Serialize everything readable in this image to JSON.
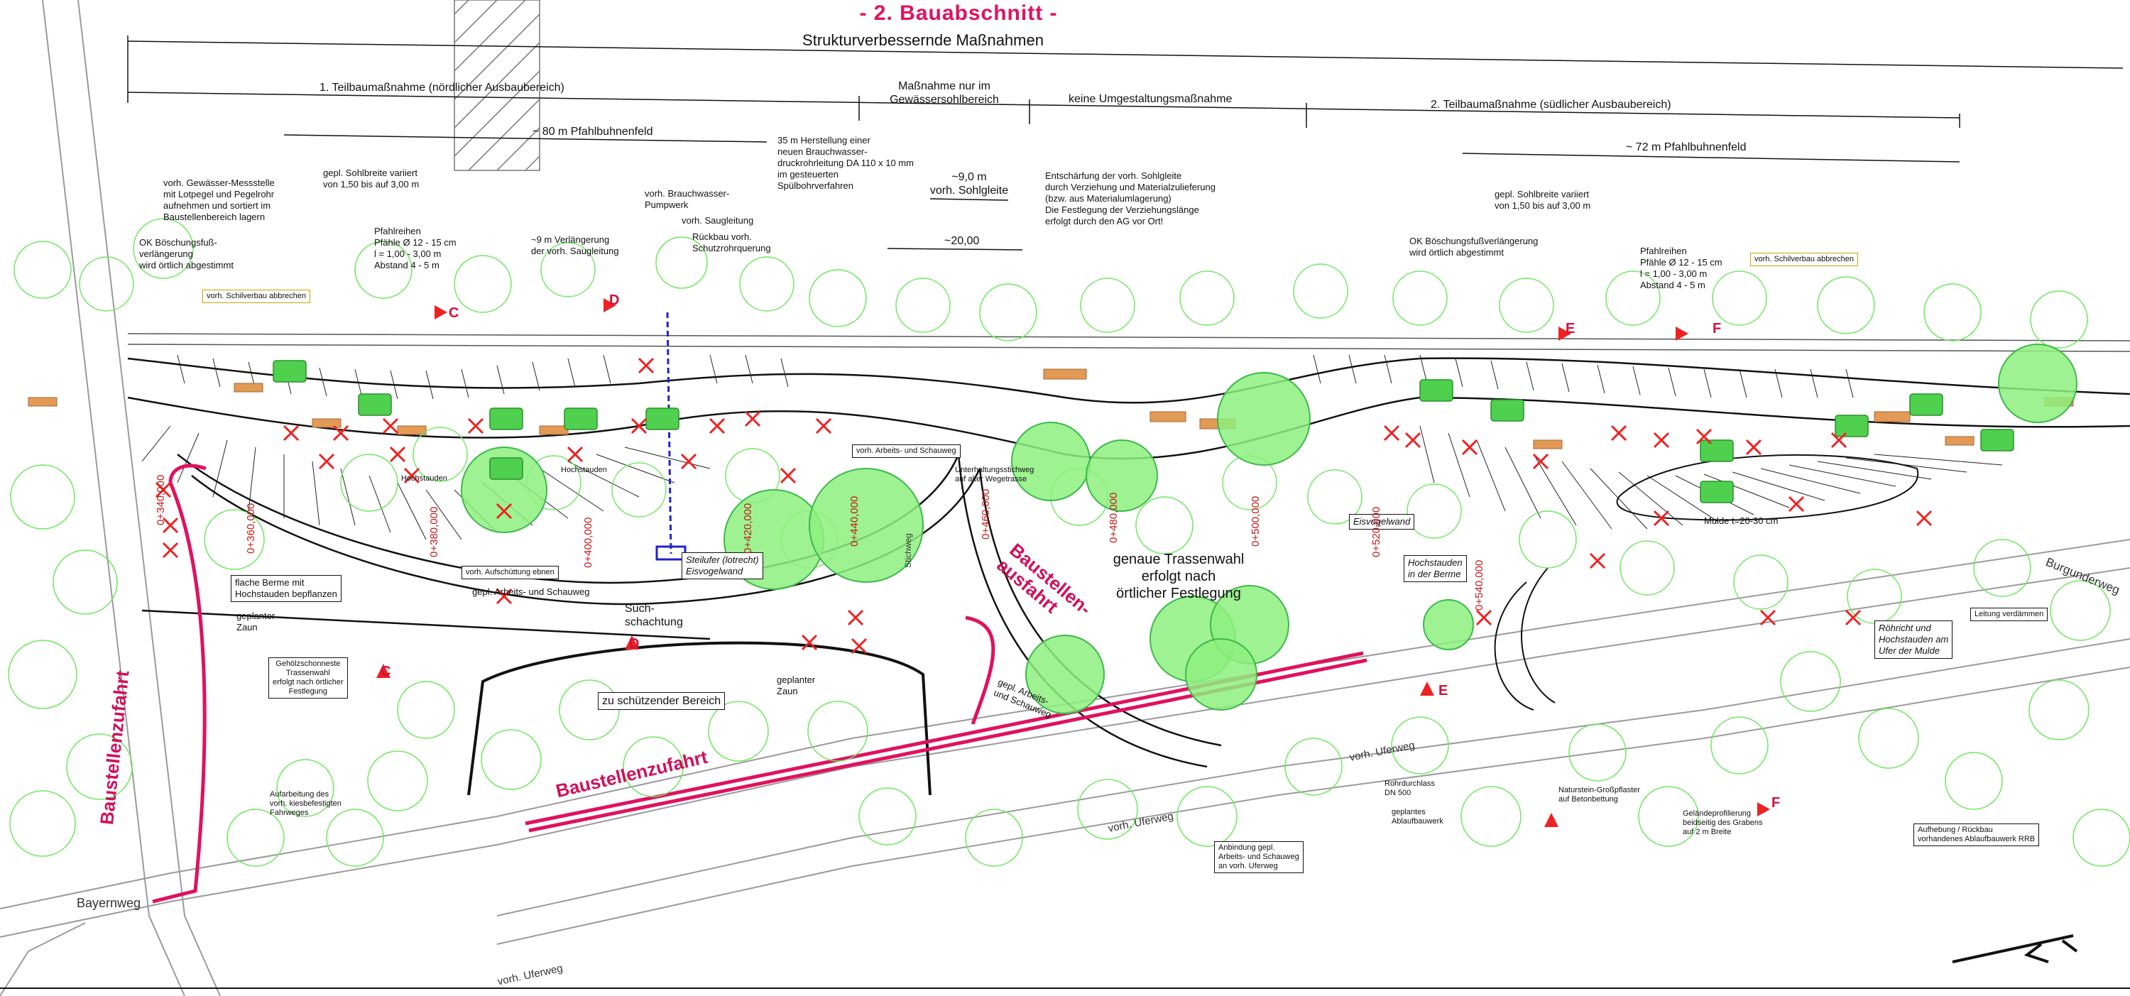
{
  "header": {
    "title": "- 2. Bauabschnitt -",
    "subtitle": "Strukturverbessernde Maßnahmen"
  },
  "segments": {
    "teil1": "1. Teilbaumaßnahme  (nördlicher Ausbaubereich)",
    "sohle": "Maßnahme nur im\nGewässersohlbereich",
    "keine": "keine Umgestaltungsmaßnahme",
    "teil2": "2. Teilbaumaßnahme  (südlicher Ausbaubereich)",
    "pfahl80": "~ 80 m Pfahlbuhnenfeld",
    "pfahl72": "~ 72 m Pfahlbuhnenfeld",
    "sohlgleite": "~9,0 m\nvorh. Sohlgleite",
    "dim20": "~20,00"
  },
  "annotations": {
    "sohlbreite1": "gepl. Sohlbreite variiert\nvon 1,50 bis auf 3,00 m",
    "sohlbreite2": "gepl. Sohlbreite variiert\nvon 1,50 bis auf 3,00 m",
    "herstellung": "35 m Herstellung einer\nneuen Brauchwasser-\ndruckrohrleitung  DA 110 x 10 mm\nim gesteuerten\nSpülbohrverfahren",
    "entschaerfung": "Entschärfung der vorh. Sohlgleite\ndurch Verziehung und Materialzulieferung\n(bzw. aus Materialumlagerung)\nDie Festlegung der Verziehungslänge\nerfolgt durch den AG vor Ort!",
    "messstelle": "vorh. Gewässer-Messstelle\nmit Lotpegel und Pegelrohr\naufnehmen und sortiert im\nBaustellenbereich lagern",
    "pumpwerk": "vorh. Brauchwasser-\nPumpwerk",
    "saugleitung": "vorh. Saugleitung",
    "rueckbau": "Rückbau vorh.\nSchutzrohrquerung",
    "verlaengerung": "~9 m Verlängerung\nder vorh. Saugleitung",
    "pfahlreihen1": "Pfahlreihen\nPfähle Ø 12 - 15 cm\nl = 1,00 - 3,00 m\nAbstand 4 - 5 m",
    "pfahlreihen2": "Pfahlreihen\nPfähle Ø 12 - 15 cm\nl = 1,00 - 3,00 m\nAbstand 4 - 5 m",
    "ok1": "OK Böschungsfuß-\nverlängerung\nwird örtlich abgestimmt",
    "ok2": "OK Böschungsfußverlängerung\nwird örtlich abgestimmt",
    "schilf1": "vorh. Schilverbau abbrechen",
    "schilf2": "vorh. Schilverbau abbrechen",
    "arbeitsweg": "vorh. Arbeits- und Schauweg",
    "unterhaltung": "Unterhaltungsstichweg\nauf alter Wegetrasse",
    "berme": "flache Berme mit\nHochstauden bepflanzen",
    "zaun1": "geplanter\nZaun",
    "gehoelz": "Gehölzschonneste\nTrassenwahl\nerfolgt nach örtlicher\nFestlegung",
    "such": "Such-\nschachtung",
    "schuetz": "zu schützender Bereich",
    "zaun2": "geplanter\nZaun",
    "aufarbeitung": "Aufarbeitung des\nvorh. kiesbefestigten\nFahrweges",
    "steilufer": "Steilufer (lotrecht)\nEisvogelwand",
    "trasse": "genaue Trassenwahl\nerfolgt nach\nörtlicher Festlegung",
    "eisvogel": "Eisvogelwand",
    "hochstauden_berme": "Hochstauden\nin der Berme",
    "mulde": "Mulde  t=20-30 cm",
    "roehricht": "Röhricht und\nHochstauden am\nUfer der Mulde",
    "leitung": "Leitung verdämmen",
    "rohr": "Rohrdurchlass\nDN 500",
    "ablauf": "geplantes\nAblaufbauwerk",
    "pflaster": "Naturstein-Großpflaster\nauf Betonbettung",
    "profil": "Geländeprofilierung\nbeidseitig des Grabens\nauf 2 m Breite",
    "anbindung": "Anbindung gepl.\nArbeits- und Schauweg\nan vorh. Uferweg",
    "aufhebung": "Aufhebung / Rückbau\nvorhandenes Ablaufbauwerk RRB",
    "gepl_weg1": "gepl. Arbeits-  und Schauweg",
    "gepl_weg2": "gepl. Arbeits-\nund Schauweg",
    "hochstauden1": "Hochstauden",
    "hochstauden2": "Hochstauden",
    "aufschuettung": "vorh. Aufschüttung ebnen"
  },
  "access": {
    "zufahrt_vertical": "Baustellenzufahrt",
    "zufahrt_diag": "Baustellenzufahrt",
    "ausfahrt": "Baustellen-\nausfahrt"
  },
  "roads": {
    "bayernweg": "Bayernweg",
    "uferweg1": "vorh. Uferweg",
    "uferweg2": "vorh. Uferweg",
    "uferweg3": "vorh. Uferweg",
    "burgunder": "Burgunderweg",
    "stichweg": "Stichweg"
  },
  "stations": {
    "s1": "0+340,000",
    "s2": "0+360,000",
    "s3": "0+380,000",
    "s4": "0+400,000",
    "s5": "0+420,000",
    "s6": "0+440,000",
    "s7": "0+460,000",
    "s8": "0+480,000",
    "s9": "0+500,000",
    "s10": "0+520,000",
    "s11": "0+540,000"
  },
  "sections": {
    "c": "C",
    "d": "D",
    "e": "E",
    "f": "F"
  },
  "colors": {
    "accent": "#e0115f",
    "tree": "#6fe85f",
    "tree_outline": "#3cb94a",
    "stake": "#ee2222",
    "bank": "#e39a55",
    "pipe": "#2222cc"
  }
}
